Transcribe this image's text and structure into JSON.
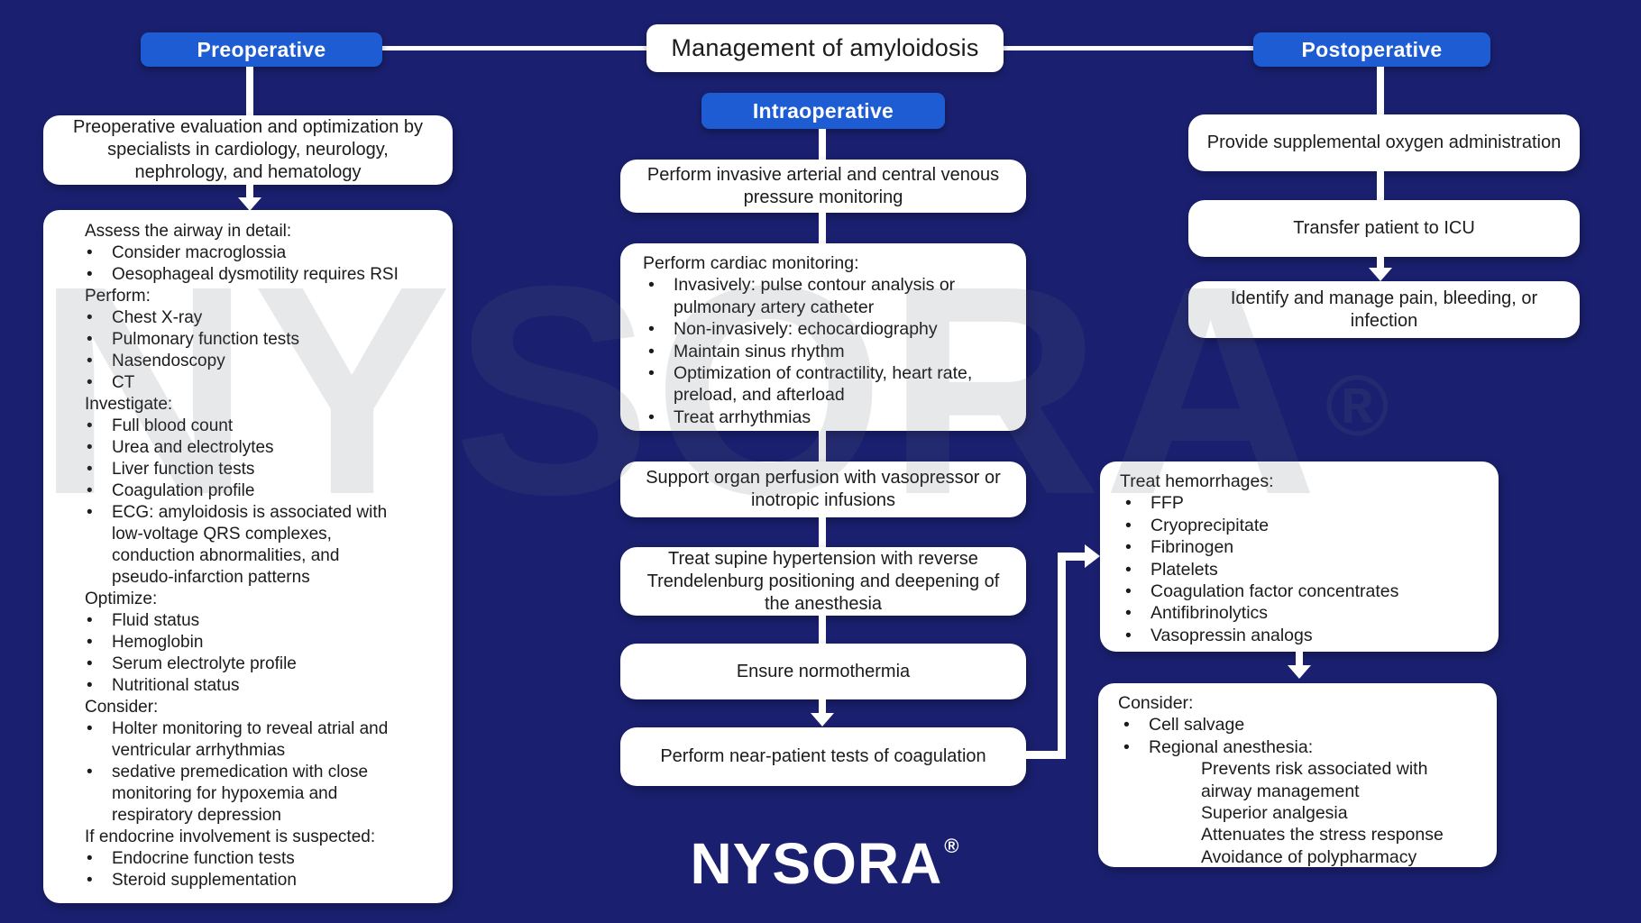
{
  "title": "Management of amyloidosis",
  "watermark": {
    "text": "NYSORA",
    "reg": "®"
  },
  "footer_logo": {
    "text": "NYSORA",
    "reg": "®"
  },
  "colors": {
    "bg": "#1a206f",
    "blue": "#1d5cd3",
    "ink": "#1b1b1b",
    "line": "#ffffff",
    "box": "#ffffff"
  },
  "headers": {
    "preoperative": "Preoperative",
    "intraoperative": "Intraoperative",
    "postoperative": "Postoperative"
  },
  "preoperative": {
    "evaluation_box": "Preoperative evaluation and optimization by specialists in cardiology, neurology, nephrology, and hematology",
    "detail_box": {
      "lines": [
        {
          "type": "head",
          "text": "Assess the airway in detail:"
        },
        {
          "type": "bullet",
          "text": "Consider macroglossia"
        },
        {
          "type": "bullet",
          "text": "Oesophageal dysmotility requires RSI"
        },
        {
          "type": "head",
          "text": "Perform:"
        },
        {
          "type": "bullet",
          "text": "Chest X-ray"
        },
        {
          "type": "bullet",
          "text": "Pulmonary function tests"
        },
        {
          "type": "bullet",
          "text": "Nasendoscopy"
        },
        {
          "type": "bullet",
          "text": "CT"
        },
        {
          "type": "head",
          "text": "Investigate:"
        },
        {
          "type": "bullet",
          "text": "Full blood count"
        },
        {
          "type": "bullet",
          "text": "Urea and electrolytes"
        },
        {
          "type": "bullet",
          "text": "Liver function tests"
        },
        {
          "type": "bullet",
          "text": "Coagulation profile"
        },
        {
          "type": "bullet",
          "text": "ECG: amyloidosis is associated with"
        },
        {
          "type": "cont",
          "text": "low-voltage QRS complexes,"
        },
        {
          "type": "cont",
          "text": "conduction abnormalities, and"
        },
        {
          "type": "cont",
          "text": "pseudo-infarction patterns"
        },
        {
          "type": "head",
          "text": "Optimize:"
        },
        {
          "type": "bullet",
          "text": "Fluid status"
        },
        {
          "type": "bullet",
          "text": "Hemoglobin"
        },
        {
          "type": "bullet",
          "text": "Serum electrolyte profile"
        },
        {
          "type": "bullet",
          "text": "Nutritional status"
        },
        {
          "type": "head",
          "text": "Consider:"
        },
        {
          "type": "bullet",
          "text": "Holter monitoring to reveal atrial and"
        },
        {
          "type": "cont",
          "text": "ventricular arrhythmias"
        },
        {
          "type": "bullet",
          "text": "sedative premedication with close"
        },
        {
          "type": "cont",
          "text": "monitoring for hypoxemia and"
        },
        {
          "type": "cont",
          "text": "respiratory depression"
        },
        {
          "type": "head",
          "text": "If endocrine involvement is suspected:"
        },
        {
          "type": "bullet",
          "text": "Endocrine function tests"
        },
        {
          "type": "bullet",
          "text": "Steroid supplementation"
        }
      ]
    }
  },
  "intraoperative": {
    "monitoring_box": "Perform invasive arterial and central venous pressure monitoring",
    "cardiac_box": {
      "lines": [
        {
          "type": "head",
          "text": "Perform cardiac monitoring:"
        },
        {
          "type": "bullet",
          "text": "Invasively: pulse contour analysis or"
        },
        {
          "type": "cont",
          "text": "pulmonary artery catheter"
        },
        {
          "type": "bullet",
          "text": "Non-invasively: echocardiography"
        },
        {
          "type": "bullet",
          "text": "Maintain sinus rhythm"
        },
        {
          "type": "bullet",
          "text": "Optimization of contractility, heart rate,"
        },
        {
          "type": "cont",
          "text": "preload, and afterload"
        },
        {
          "type": "bullet",
          "text": "Treat arrhythmias"
        }
      ]
    },
    "perfusion_box": "Support organ perfusion with vasopressor or inotropic infusions",
    "hypertension_box": "Treat supine hypertension with reverse Trendelenburg positioning and deepening of the anesthesia",
    "normothermia_box": "Ensure normothermia",
    "coagulation_box": "Perform near-patient tests of coagulation"
  },
  "postoperative": {
    "oxygen_box": "Provide supplemental oxygen administration",
    "icu_box": "Transfer patient to ICU",
    "pain_box": "Identify and manage pain, bleeding, or infection",
    "hemorrhage_box": {
      "lines": [
        {
          "type": "head",
          "text": "Treat hemorrhages:"
        },
        {
          "type": "bullet",
          "text": "FFP"
        },
        {
          "type": "bullet",
          "text": "Cryoprecipitate"
        },
        {
          "type": "bullet",
          "text": "Fibrinogen"
        },
        {
          "type": "bullet",
          "text": "Platelets"
        },
        {
          "type": "bullet",
          "text": "Coagulation factor concentrates"
        },
        {
          "type": "bullet",
          "text": "Antifibrinolytics"
        },
        {
          "type": "bullet",
          "text": "Vasopressin analogs"
        }
      ]
    },
    "consider_box": {
      "lines": [
        {
          "type": "head",
          "text": "Consider:"
        },
        {
          "type": "bullet",
          "text": "Cell salvage"
        },
        {
          "type": "bullet",
          "text": "Regional anesthesia:"
        },
        {
          "type": "sub",
          "text": "Prevents risk associated with"
        },
        {
          "type": "sub",
          "text": "airway management"
        },
        {
          "type": "sub",
          "text": "Superior analgesia"
        },
        {
          "type": "sub",
          "text": "Attenuates the stress response"
        },
        {
          "type": "sub",
          "text": "Avoidance of polypharmacy"
        }
      ]
    }
  }
}
